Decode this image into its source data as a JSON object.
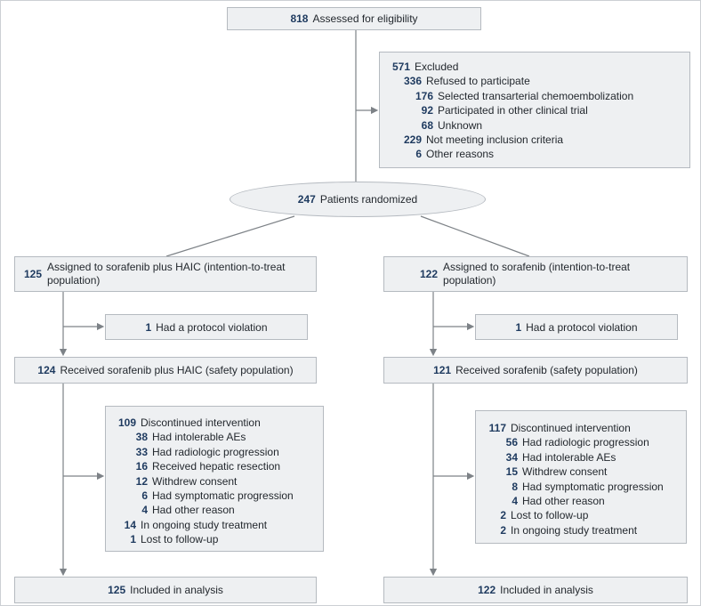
{
  "colors": {
    "box_fill": "#eef0f2",
    "box_border": "#b5bac0",
    "number": "#1e3a5f",
    "text": "#23282e",
    "line": "#7d8287"
  },
  "diagram": {
    "assessed": {
      "n": "818",
      "label": "Assessed for eligibility"
    },
    "excluded": {
      "lines": [
        {
          "n": "571",
          "text": "Excluded",
          "indent": 0
        },
        {
          "n": "336",
          "text": "Refused to participate",
          "indent": 1
        },
        {
          "n": "176",
          "text": "Selected transarterial chemoembolization",
          "indent": 2
        },
        {
          "n": "92",
          "text": "Participated in other clinical trial",
          "indent": 2
        },
        {
          "n": "68",
          "text": "Unknown",
          "indent": 2
        },
        {
          "n": "229",
          "text": "Not meeting inclusion criteria",
          "indent": 1
        },
        {
          "n": "6",
          "text": "Other reasons",
          "indent": 1
        }
      ]
    },
    "randomized": {
      "n": "247",
      "label": "Patients randomized"
    },
    "left_arm": {
      "assigned": {
        "n": "125",
        "label": "Assigned to sorafenib plus HAIC (intention-to-treat population)"
      },
      "protocol_violation": {
        "n": "1",
        "label": "Had a protocol violation"
      },
      "received": {
        "n": "124",
        "label": "Received sorafenib plus HAIC (safety population)"
      },
      "discontinued": {
        "lines": [
          {
            "n": "109",
            "text": "Discontinued intervention",
            "indent": 0
          },
          {
            "n": "38",
            "text": "Had intolerable AEs",
            "indent": 1
          },
          {
            "n": "33",
            "text": "Had radiologic progression",
            "indent": 1
          },
          {
            "n": "16",
            "text": "Received hepatic resection",
            "indent": 1
          },
          {
            "n": "12",
            "text": "Withdrew consent",
            "indent": 1
          },
          {
            "n": "6",
            "text": "Had symptomatic progression",
            "indent": 1
          },
          {
            "n": "4",
            "text": "Had other reason",
            "indent": 1
          },
          {
            "n": "14",
            "text": "In ongoing study treatment",
            "indent": 0
          },
          {
            "n": "1",
            "text": "Lost to follow-up",
            "indent": 0
          }
        ]
      },
      "analysis": {
        "n": "125",
        "label": "Included in analysis"
      }
    },
    "right_arm": {
      "assigned": {
        "n": "122",
        "label": "Assigned to sorafenib (intention-to-treat population)"
      },
      "protocol_violation": {
        "n": "1",
        "label": "Had a protocol violation"
      },
      "received": {
        "n": "121",
        "label": "Received sorafenib (safety population)"
      },
      "discontinued": {
        "lines": [
          {
            "n": "117",
            "text": "Discontinued intervention",
            "indent": 0
          },
          {
            "n": "56",
            "text": "Had radiologic progression",
            "indent": 1
          },
          {
            "n": "34",
            "text": "Had intolerable AEs",
            "indent": 1
          },
          {
            "n": "15",
            "text": "Withdrew consent",
            "indent": 1
          },
          {
            "n": "8",
            "text": "Had symptomatic progression",
            "indent": 1
          },
          {
            "n": "4",
            "text": "Had other reason",
            "indent": 1
          },
          {
            "n": "2",
            "text": "Lost to follow-up",
            "indent": 0
          },
          {
            "n": "2",
            "text": "In ongoing study treatment",
            "indent": 0
          }
        ]
      },
      "analysis": {
        "n": "122",
        "label": "Included in analysis"
      }
    }
  }
}
